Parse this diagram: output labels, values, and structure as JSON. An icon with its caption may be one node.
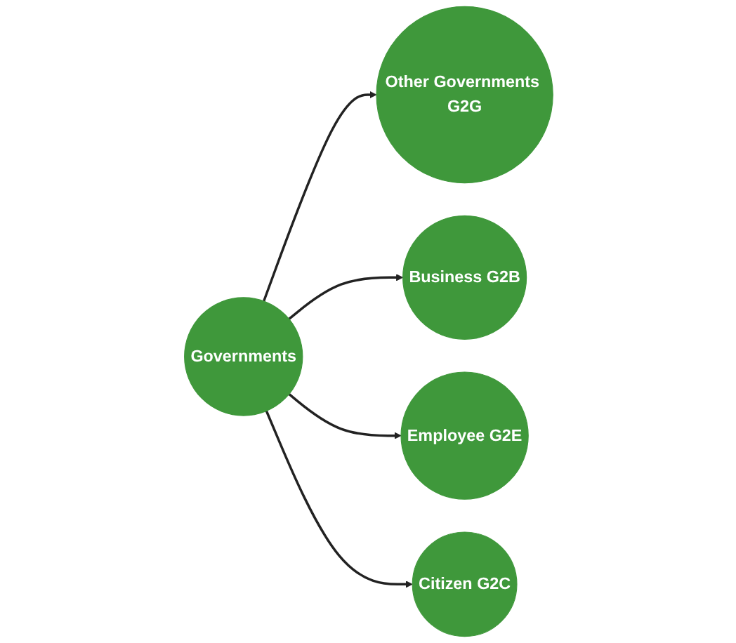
{
  "diagram": {
    "nodes": [
      {
        "text": [
          "Other Governments G2G"
        ]
      },
      {
        "text": [
          "Business G2B"
        ]
      },
      {
        "text": [
          "Governments"
        ]
      },
      {
        "text": [
          "Employee G2E"
        ]
      },
      {
        "text": [
          "Citizen G2C"
        ]
      }
    ],
    "edges": [
      {
        "from": 2,
        "to": 0,
        "arrow": "to"
      },
      {
        "from": 2,
        "to": 1,
        "arrow": "to"
      },
      {
        "from": 2,
        "to": 3,
        "arrow": "to"
      },
      {
        "from": 2,
        "to": 4,
        "arrow": "to"
      }
    ]
  }
}
